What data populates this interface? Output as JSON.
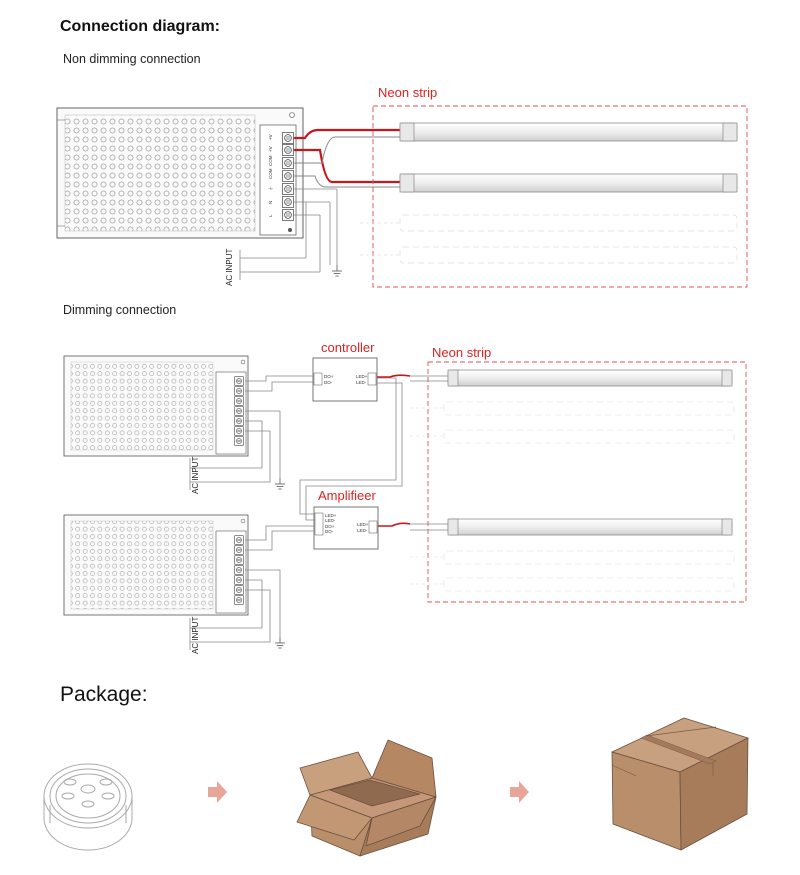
{
  "headings": {
    "connection_diagram": "Connection diagram:",
    "non_dimming": "Non dimming connection",
    "dimming": "Dimming connection",
    "package": "Package:"
  },
  "labels": {
    "neon_strip": "Neon strip",
    "controller": "controller",
    "amplifier": "Amplifieer",
    "ac_input": "AC INPUT"
  },
  "psu_terminals": [
    "+V",
    "+V",
    "COM",
    "COM",
    "⏚",
    "N",
    "L"
  ],
  "controller_terminals": {
    "in": [
      "DO+",
      "DO-"
    ],
    "out": [
      "LED+",
      "LED-"
    ]
  },
  "amplifier_terminals": {
    "in": [
      "LED+",
      "LED-",
      "DO+",
      "DO-"
    ],
    "out": [
      "LED+",
      "LED-"
    ]
  },
  "package_steps": [
    "neon-reel",
    "open-carton",
    "sealed-carton"
  ],
  "colors": {
    "wire_red": "#c8161d",
    "dashed_frame": "#e05252",
    "label_red": "#d22222",
    "carton": "#b98e6a",
    "arrow": "#e8a59a"
  }
}
